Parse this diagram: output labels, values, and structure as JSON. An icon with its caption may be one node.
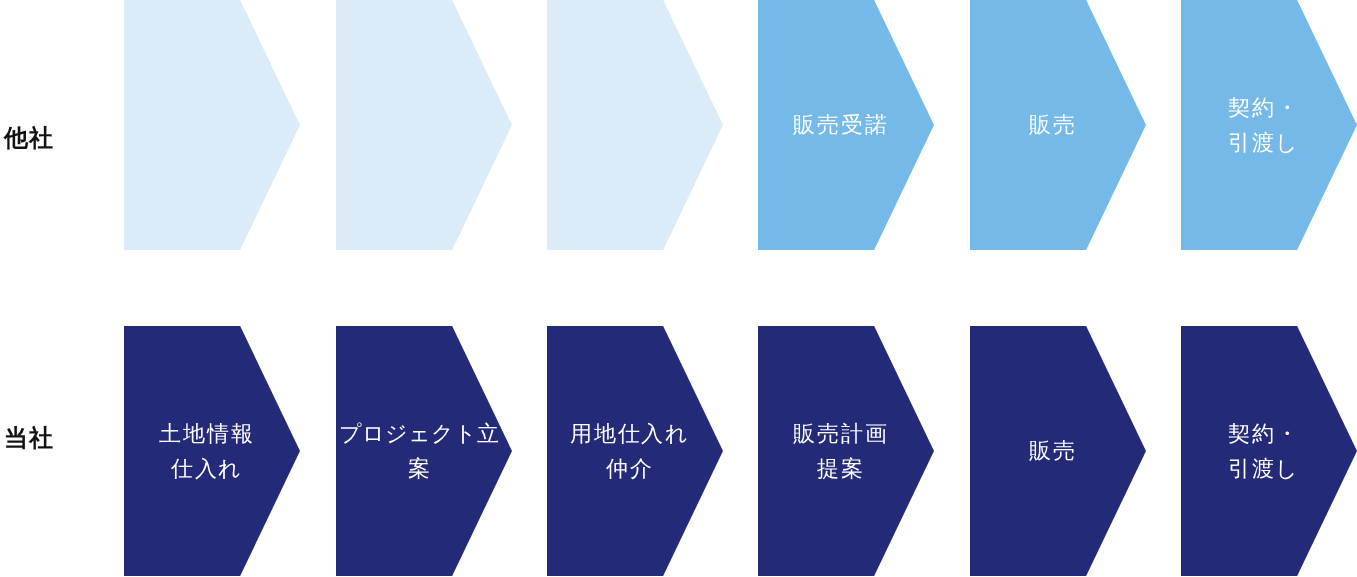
{
  "diagram": {
    "nodes": [
      {
        "text": [],
        "shape": "chevron"
      },
      {
        "text": [],
        "shape": "chevron"
      },
      {
        "text": [],
        "shape": "chevron"
      },
      {
        "text": [
          "販売受諾"
        ]
      },
      {
        "text": [
          "販売"
        ]
      },
      {
        "text": [
          "契約・引渡し"
        ]
      },
      {
        "text": [
          "土地情報仕入れ"
        ]
      },
      {
        "text": [
          "プロジェクト立案"
        ]
      },
      {
        "text": [
          "用地仕入れ仲介"
        ]
      },
      {
        "text": [
          "販売計画提案"
        ]
      },
      {
        "text": [
          "販売"
        ]
      },
      {
        "text": [
          "契約・引渡し"
        ]
      }
    ],
    "labels": [
      "他社",
      "当社"
    ]
  }
}
